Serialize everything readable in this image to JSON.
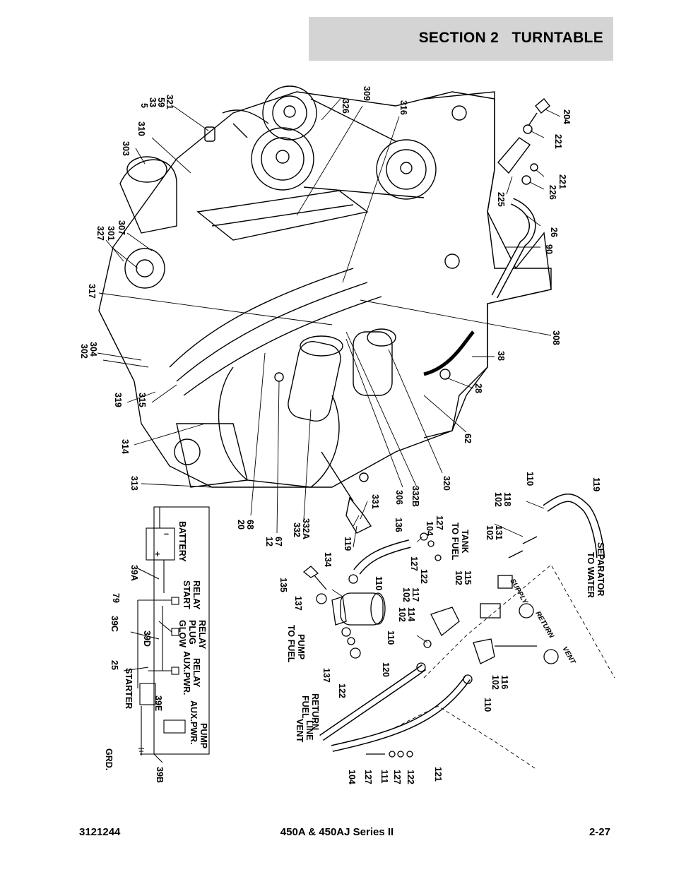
{
  "header": {
    "title": "SECTION 2   TURNTABLE"
  },
  "footer": {
    "left": "3121244",
    "center": "450A & 450AJ Series II",
    "right": "2-27"
  },
  "callouts": {
    "c326": "326",
    "c309": "309",
    "c316": "316",
    "c5": "5",
    "c33": "33",
    "c59": "59",
    "c321": "321",
    "c310": "310",
    "c303": "303",
    "c204": "204",
    "c221a": "221",
    "c221b": "221",
    "c226": "226",
    "c225": "225",
    "c26": "26",
    "c90": "90",
    "c327": "327",
    "c301": "301",
    "c307": "307",
    "c317": "317",
    "c308": "308",
    "c38": "38",
    "c28": "28",
    "c62": "62",
    "c302": "302",
    "c304": "304",
    "c319": "319",
    "c315": "315",
    "c314": "314",
    "c313": "313",
    "c20": "20",
    "c68": "68",
    "c12": "12",
    "c67": "67",
    "c332": "332",
    "c332A": "332A",
    "c306": "306",
    "c332B": "332B",
    "c320": "320",
    "c331": "331",
    "c119a": "119",
    "c119b": "119",
    "c110a": "110",
    "c102a": "102",
    "c118": "118",
    "c102b": "102",
    "c131": "131",
    "c136": "136",
    "c104a": "104",
    "c127a": "127",
    "c127b": "127",
    "c122a": "122",
    "c134": "134",
    "c135": "135",
    "c110b": "110",
    "c137a": "137",
    "c102c": "102",
    "c117": "117",
    "c102d": "102",
    "c115": "115",
    "c102e": "102",
    "c114": "114",
    "c110c": "110",
    "c137b": "137",
    "c122b": "122",
    "c120": "120",
    "c102f": "102",
    "c116": "116",
    "c110d": "110",
    "c121": "121",
    "c104b": "104",
    "c127c": "127",
    "c111": "111",
    "c127d": "127",
    "c122c": "122",
    "c39A": "39A",
    "c79": "79",
    "c39C": "39C",
    "c39D": "39D",
    "c25": "25",
    "c39E": "39E",
    "c39B": "39B"
  },
  "labels": {
    "battery": "BATTERY",
    "start_relay_1": "START",
    "start_relay_2": "RELAY",
    "glow_1": "GLOW",
    "glow_2": "PLUG",
    "glow_3": "RELAY",
    "aux_relay_1": "AUX.PWR.",
    "aux_relay_2": "RELAY",
    "starter": "STARTER",
    "aux_pump_1": "AUX.PWR.",
    "aux_pump_2": "PUMP",
    "grd": "GRD.",
    "to_fuel_tank_1": "TO FUEL",
    "to_fuel_tank_2": "TANK",
    "to_fuel_pump_1": "TO FUEL",
    "to_fuel_pump_2": "PUMP",
    "fuel_return_1": "FUEL",
    "fuel_return_2": "RETURN",
    "vent_line_1": "VENT",
    "vent_line_2": "LINE",
    "water_sep_1": "TO WATER",
    "water_sep_2": "SEPARATOR",
    "supply": "SUPPLY",
    "return": "RETURN",
    "vent": "VENT",
    "plus": "+",
    "minus": "–"
  }
}
